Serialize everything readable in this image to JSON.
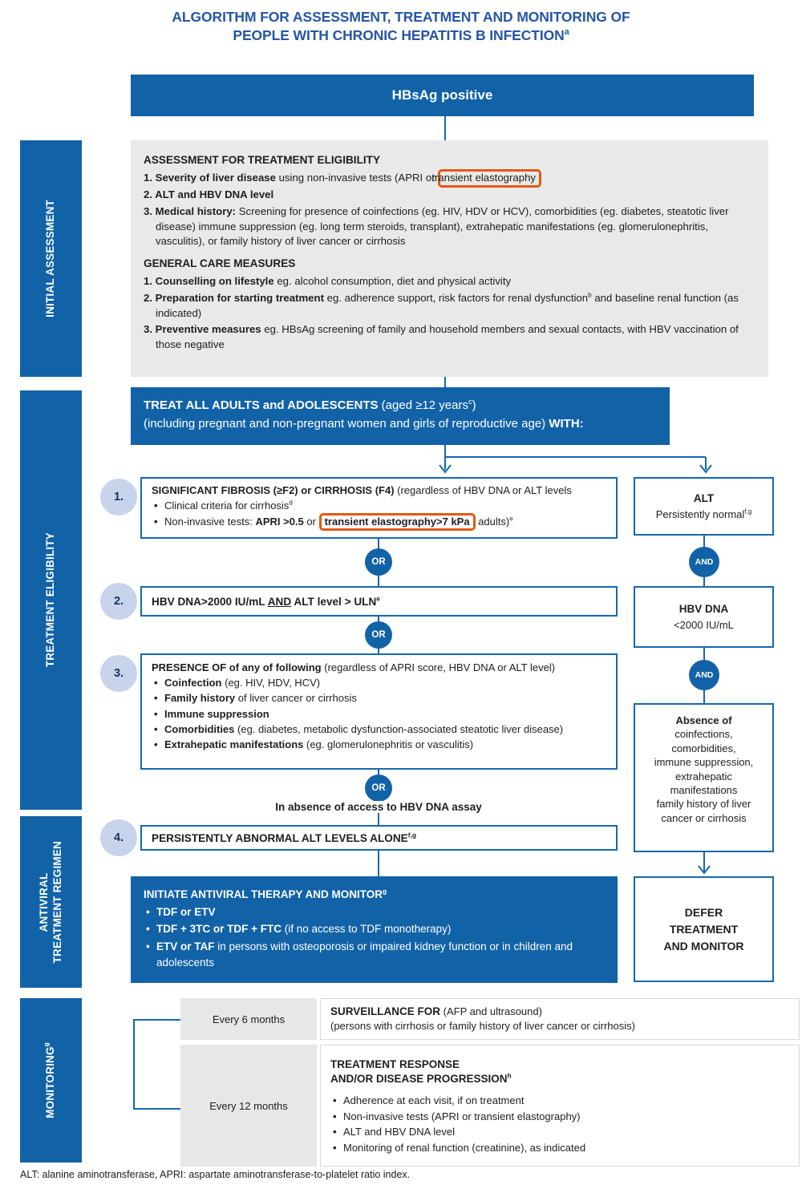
{
  "title": {
    "line1": "ALGORITHM FOR ASSESSMENT, TREATMENT AND MONITORING OF",
    "line2": "PEOPLE WITH CHRONIC HEPATITIS B INFECTION",
    "sup": "a"
  },
  "banner": {
    "label": "HBsAg positive"
  },
  "sidebar": {
    "initial": "INITIAL ASSESSMENT",
    "eligibility": "TREATMENT ELIGIBILITY",
    "antiviral": "ANTIVIRAL\nTREATMENT REGIMEN",
    "monitoring": "MONITORING",
    "monitoring_sup": "g"
  },
  "assessment": {
    "heading1": "ASSESSMENT FOR TREATMENT ELIGIBILITY",
    "item1_bold": "1. Severity of liver disease",
    "item1_reg": " using non-invasive tests (APRI or ",
    "item1_highlight": "transient elastography",
    "item2_bold": "2. ALT and HBV DNA level",
    "item3_bold": "3. Medical history:",
    "item3_reg": " Screening for presence of coinfections (eg. HIV, HDV or HCV), comorbidities (eg. diabetes, steatotic liver disease) immune suppression (eg. long term steroids, transplant), extrahepatic manifestations (eg. glomerulonephritis, vasculitis), or family history of liver cancer or cirrhosis",
    "heading2": "GENERAL CARE MEASURES",
    "gc1_bold": "1. Counselling on lifestyle",
    "gc1_reg": " eg. alcohol consumption, diet and physical activity",
    "gc2_bold": "2. Preparation for starting treatment",
    "gc2_reg1": " eg. adherence support, risk factors for renal dysfunction",
    "gc2_sup": "b",
    "gc2_reg2": " and baseline renal function (as indicated)",
    "gc3_bold": "3. Preventive measures",
    "gc3_reg": " eg. HBsAg screening of family and household members and sexual contacts, with HBV vaccination of those negative"
  },
  "treat_all": {
    "line1_bold": "TREAT ALL ADULTS and ADOLESCENTS",
    "line1_reg": " (aged ≥12 years",
    "line1_sup": "c",
    "line1_close": ")",
    "line2_reg": "(including pregnant and non-pregnant women and girls of reproductive age) ",
    "line2_bold": "WITH:"
  },
  "criteria": {
    "num1": "1.",
    "num2": "2.",
    "num3": "3.",
    "num4": "4.",
    "or": "OR",
    "box1": {
      "title_bold": "SIGNIFICANT FIBROSIS (≥F2) or CIRRHOSIS (F4)",
      "title_reg": " (regardless of HBV DNA or ALT levels",
      "b1_reg": "Clinical criteria for cirrhosis",
      "b1_sup": "d",
      "b2_reg1": "Non-invasive tests: ",
      "b2_bold1": "APRI >0.5",
      "b2_reg2": " or ",
      "b2_highlight": "transient elastography>7 kPa",
      "b2_reg3": " adults)",
      "b2_sup": "e"
    },
    "box2": {
      "t1": "HBV DNA>2000 IU/mL ",
      "t_and": "AND",
      "t2": " ALT level > ULN",
      "sup": "e"
    },
    "box3": {
      "title_bold": "PRESENCE OF of any of following",
      "title_reg": " (regardless of APRI score, HBV DNA or ALT level)",
      "bullets": [
        {
          "bold": "Coinfection",
          "reg": " (eg. HIV, HDV, HCV)"
        },
        {
          "bold": "Family history",
          "reg": " of liver cancer or cirrhosis"
        },
        {
          "bold": "Immune suppression",
          "reg": ""
        },
        {
          "bold": "Comorbidities",
          "reg": " (eg. diabetes, metabolic dysfunction-associated steatotic liver disease)"
        },
        {
          "bold": "Extrahepatic manifestations",
          "reg": " (eg. glomerulonephritis or vasculitis)"
        }
      ]
    },
    "no_assay": "In absence of access to HBV DNA assay",
    "box4": {
      "bold": "PERSISTENTLY ABNORMAL ALT LEVELS ALONE",
      "sup": "f,g"
    }
  },
  "initiate": {
    "title_bold": "INITIATE ANTIVIRAL THERAPY AND MONITOR",
    "title_sup": "g",
    "bullets": [
      {
        "bold": "TDF or ETV",
        "reg": ""
      },
      {
        "bold": "TDF + 3TC or TDF + FTC",
        "reg": " (if no access to TDF monotherapy)"
      },
      {
        "bold": "ETV or TAF",
        "reg": " in persons with osteoporosis or impaired kidney function or in children and adolescents"
      }
    ]
  },
  "right_column": {
    "and": "AND",
    "alt_box": {
      "title": "ALT",
      "line": "Persistently normal",
      "sup": "f,g"
    },
    "hbv_box": {
      "title": "HBV DNA",
      "line": "<2000 IU/mL"
    },
    "absence_box": {
      "bold": "Absence of",
      "lines": "coinfections,\ncomorbidities,\nimmune suppression,\nextrahepatic\nmanifestations\nfamily history of liver\ncancer or cirrhosis"
    },
    "defer_box": {
      "lines": "DEFER\nTREATMENT\nAND MONITOR"
    }
  },
  "monitoring": {
    "row1": {
      "label": "Every 6 months",
      "title_bold": "SURVEILLANCE FOR",
      "title_reg": " (AFP and ultrasound)",
      "line2": "(persons with cirrhosis or family history of liver cancer or cirrhosis)"
    },
    "row2": {
      "label": "Every 12 months",
      "title1": "TREATMENT RESPONSE",
      "title2": "AND/OR DISEASE PROGRESSION",
      "title2_sup": "h",
      "bullets": [
        "Adherence at each visit, if on treatment",
        "Non-invasive tests (APRI or transient elastography)",
        "ALT and HBV DNA level",
        "Monitoring of renal function (creatinine), as indicated"
      ]
    }
  },
  "footnote": "ALT: alanine aminotransferase, APRI: aspartate aminotransferase-to-platelet ratio index.",
  "colors": {
    "primary_blue": "#1262A7",
    "border_blue": "#1568B1",
    "title_blue": "#2456A6",
    "highlight_orange": "#E05A14",
    "number_circle": "#C7D4EB",
    "panel_gray": "#E9E9E9"
  }
}
